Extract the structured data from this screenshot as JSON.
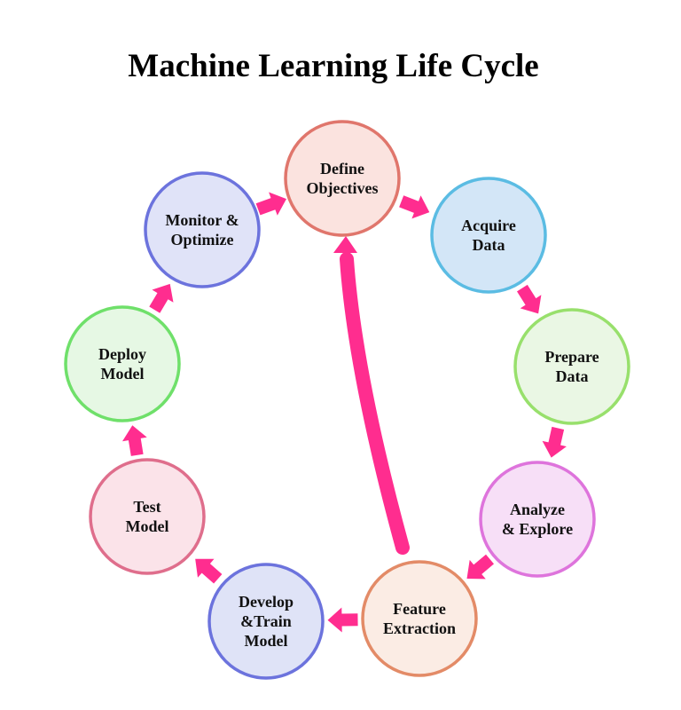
{
  "title": "Machine Learning Life Cycle",
  "arrow_color": "#ff2d8f",
  "stages": [
    {
      "id": "define-objectives",
      "lines": [
        "Define",
        "Objectives"
      ],
      "fill": "#fbe3df",
      "stroke": "#e0766c"
    },
    {
      "id": "acquire-data",
      "lines": [
        "Acquire",
        "Data"
      ],
      "fill": "#d3e6f7",
      "stroke": "#5bbce3"
    },
    {
      "id": "prepare-data",
      "lines": [
        "Prepare",
        "Data"
      ],
      "fill": "#eaf7e4",
      "stroke": "#98e06c"
    },
    {
      "id": "analyze-explore",
      "lines": [
        "Analyze",
        "& Explore"
      ],
      "fill": "#f7dff7",
      "stroke": "#de74dc"
    },
    {
      "id": "feature-extraction",
      "lines": [
        "Feature",
        "Extraction"
      ],
      "fill": "#fbece4",
      "stroke": "#e38b67"
    },
    {
      "id": "develop-train-model",
      "lines": [
        "Develop",
        "&Train",
        "Model"
      ],
      "fill": "#dfe3f7",
      "stroke": "#6c73dd"
    },
    {
      "id": "test-model",
      "lines": [
        "Test",
        "Model"
      ],
      "fill": "#fbe3e9",
      "stroke": "#df6e8c"
    },
    {
      "id": "deploy-model",
      "lines": [
        "Deploy",
        "Model"
      ],
      "fill": "#e6f8e4",
      "stroke": "#6fe06a"
    },
    {
      "id": "monitor-optimize",
      "lines": [
        "Monitor &",
        "Optimize"
      ],
      "fill": "#e0e3f8",
      "stroke": "#6c73dd"
    }
  ],
  "flows": [
    {
      "from": "define-objectives",
      "to": "acquire-data"
    },
    {
      "from": "acquire-data",
      "to": "prepare-data"
    },
    {
      "from": "prepare-data",
      "to": "analyze-explore"
    },
    {
      "from": "analyze-explore",
      "to": "feature-extraction"
    },
    {
      "from": "feature-extraction",
      "to": "develop-train-model"
    },
    {
      "from": "develop-train-model",
      "to": "test-model"
    },
    {
      "from": "test-model",
      "to": "deploy-model"
    },
    {
      "from": "deploy-model",
      "to": "monitor-optimize"
    },
    {
      "from": "monitor-optimize",
      "to": "define-objectives"
    },
    {
      "from": "feature-extraction",
      "to": "define-objectives",
      "kind": "curved-feedback"
    }
  ]
}
